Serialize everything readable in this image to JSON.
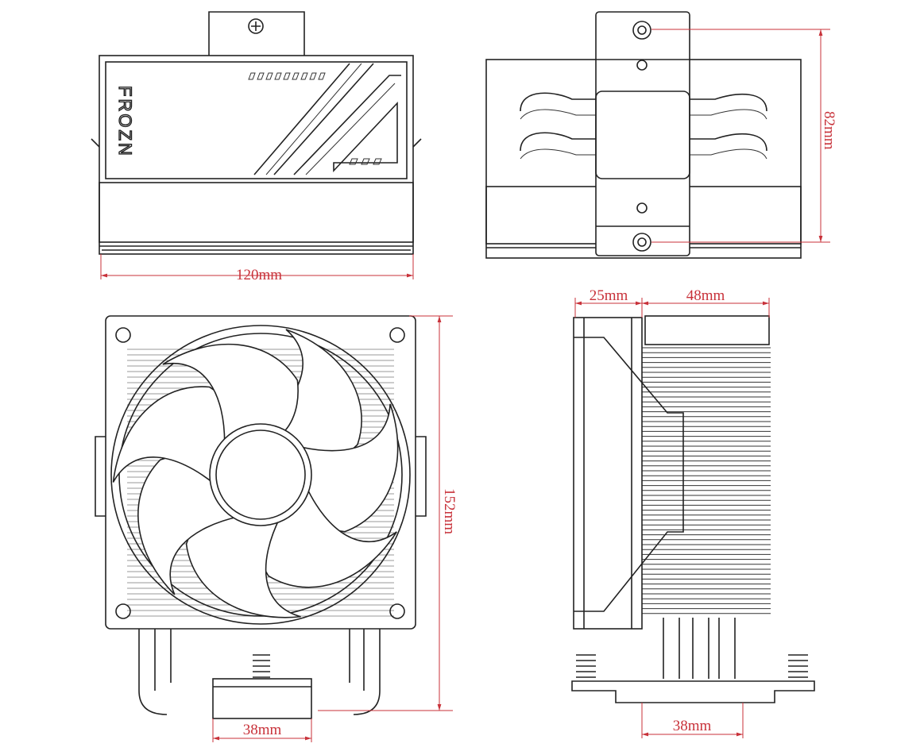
{
  "title": "CPU cooler dimension drawing",
  "brand_logo": "FROZN",
  "colors": {
    "dimension": "#c8323a",
    "line": "#222222"
  },
  "dimensions": {
    "top_width": "120mm",
    "side_height": "82mm",
    "fan_thickness": "25mm",
    "heatsink_depth": "48mm",
    "total_height": "152mm",
    "front_base_width": "38mm",
    "side_base_width": "38mm"
  }
}
